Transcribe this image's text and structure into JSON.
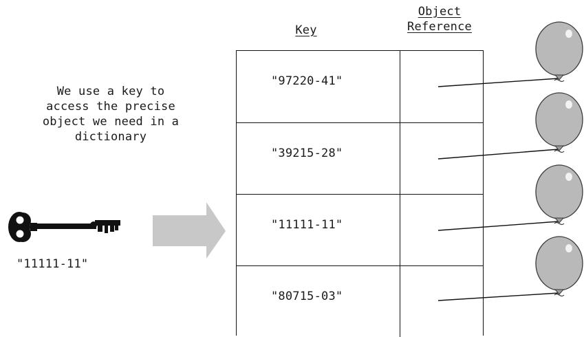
{
  "caption": {
    "lines": [
      "We use a key to",
      "access the precise",
      "object we need in a",
      "dictionary"
    ]
  },
  "search_key": "\"11111-11\"",
  "table": {
    "header_key": "Key",
    "header_ref_lines": [
      "Object",
      "Reference"
    ],
    "rows": [
      {
        "key": "\"97220-41\""
      },
      {
        "key": "\"39215-28\""
      },
      {
        "key": "\"11111-11\""
      },
      {
        "key": "\"80715-03\""
      }
    ]
  },
  "colors": {
    "balloon_fill": "#b9b9b9",
    "balloon_stroke": "#3a3a3a",
    "arrow_fill": "#c8c8c8",
    "key_fill": "#111111"
  },
  "icons": [
    "skeleton-key-icon",
    "right-arrow-icon",
    "balloon-icon"
  ]
}
